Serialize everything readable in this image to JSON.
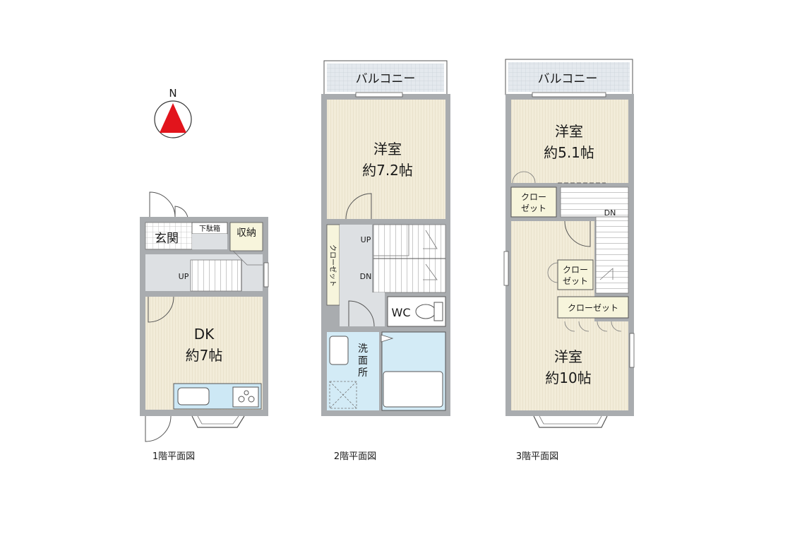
{
  "compass": {
    "north_label": "N"
  },
  "floor1": {
    "caption": "1階平面図",
    "entrance": "玄関",
    "shoe_box": "下駄箱",
    "storage": "収納",
    "up": "UP",
    "dk_name": "DK",
    "dk_size": "約7帖"
  },
  "floor2": {
    "caption": "2階平面図",
    "balcony": "バルコニー",
    "room_name": "洋室",
    "room_size": "約7.2帖",
    "closet": "クローゼット",
    "up": "UP",
    "dn": "DN",
    "wc": "WC",
    "washroom": [
      "洗",
      "面",
      "所"
    ]
  },
  "floor3": {
    "caption": "3階平面図",
    "balcony": "バルコニー",
    "room_a_name": "洋室",
    "room_a_size": "約5.1帖",
    "closet_a": [
      "クロー",
      "ゼット"
    ],
    "dn": "DN",
    "closet_b": [
      "クロー",
      "ゼット"
    ],
    "closet_c": "クローゼット",
    "room_b_name": "洋室",
    "room_b_size": "約10帖"
  },
  "colors": {
    "wall": "#a9acaf",
    "floor": "#f2ecd9",
    "wet_area": "#d3ebf6",
    "hall": "#dde0e3",
    "compass_red": "#e2141c"
  }
}
